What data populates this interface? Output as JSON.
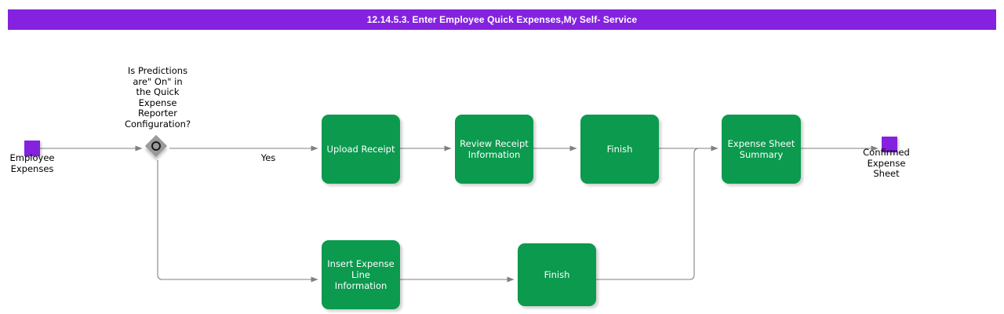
{
  "header": {
    "title": "12.14.5.3. Enter Employee Quick Expenses,My Self- Service",
    "background_color": "#8422e0",
    "text_color": "#ffffff"
  },
  "diagram": {
    "type": "bpmn-flowchart",
    "colors": {
      "task_fill": "#0b9a4e",
      "task_text": "#ffffff",
      "marker_fill": "#8422e0",
      "gateway_fill": "#9a9a9a",
      "gateway_stroke": "#1a1a1a",
      "connector": "#808080",
      "canvas": "#ffffff"
    },
    "start_event": {
      "name": "employee-expenses",
      "label": "Employee\nExpenses",
      "shape": "square",
      "color": "#8422e0"
    },
    "gateway": {
      "name": "predictions-configuration-gateway",
      "label": "Is Predictions\nare\" On\" in\nthe Quick\nExpense\nReporter\nConfiguration?",
      "shape": "inclusive-gateway-diamond-circle"
    },
    "branch_labels": {
      "yes": "Yes",
      "no": ""
    },
    "tasks": [
      {
        "id": "upload-receipt",
        "label": "Upload Receipt",
        "branch": "yes"
      },
      {
        "id": "review-receipt",
        "label": "Review Receipt\nInformation",
        "branch": "yes"
      },
      {
        "id": "finish-top",
        "label": "Finish",
        "branch": "yes"
      },
      {
        "id": "expense-sheet-summary",
        "label": "Expense Sheet\nSummary",
        "branch": "merged"
      },
      {
        "id": "insert-expense-line",
        "label": "Insert Expense\nLine Information",
        "branch": "no"
      },
      {
        "id": "finish-bottom",
        "label": "Finish",
        "branch": "no"
      }
    ],
    "end_event": {
      "name": "confirmed-expense-sheet",
      "label": "Confirmed\nExpense\nSheet",
      "shape": "square",
      "color": "#8422e0"
    }
  }
}
